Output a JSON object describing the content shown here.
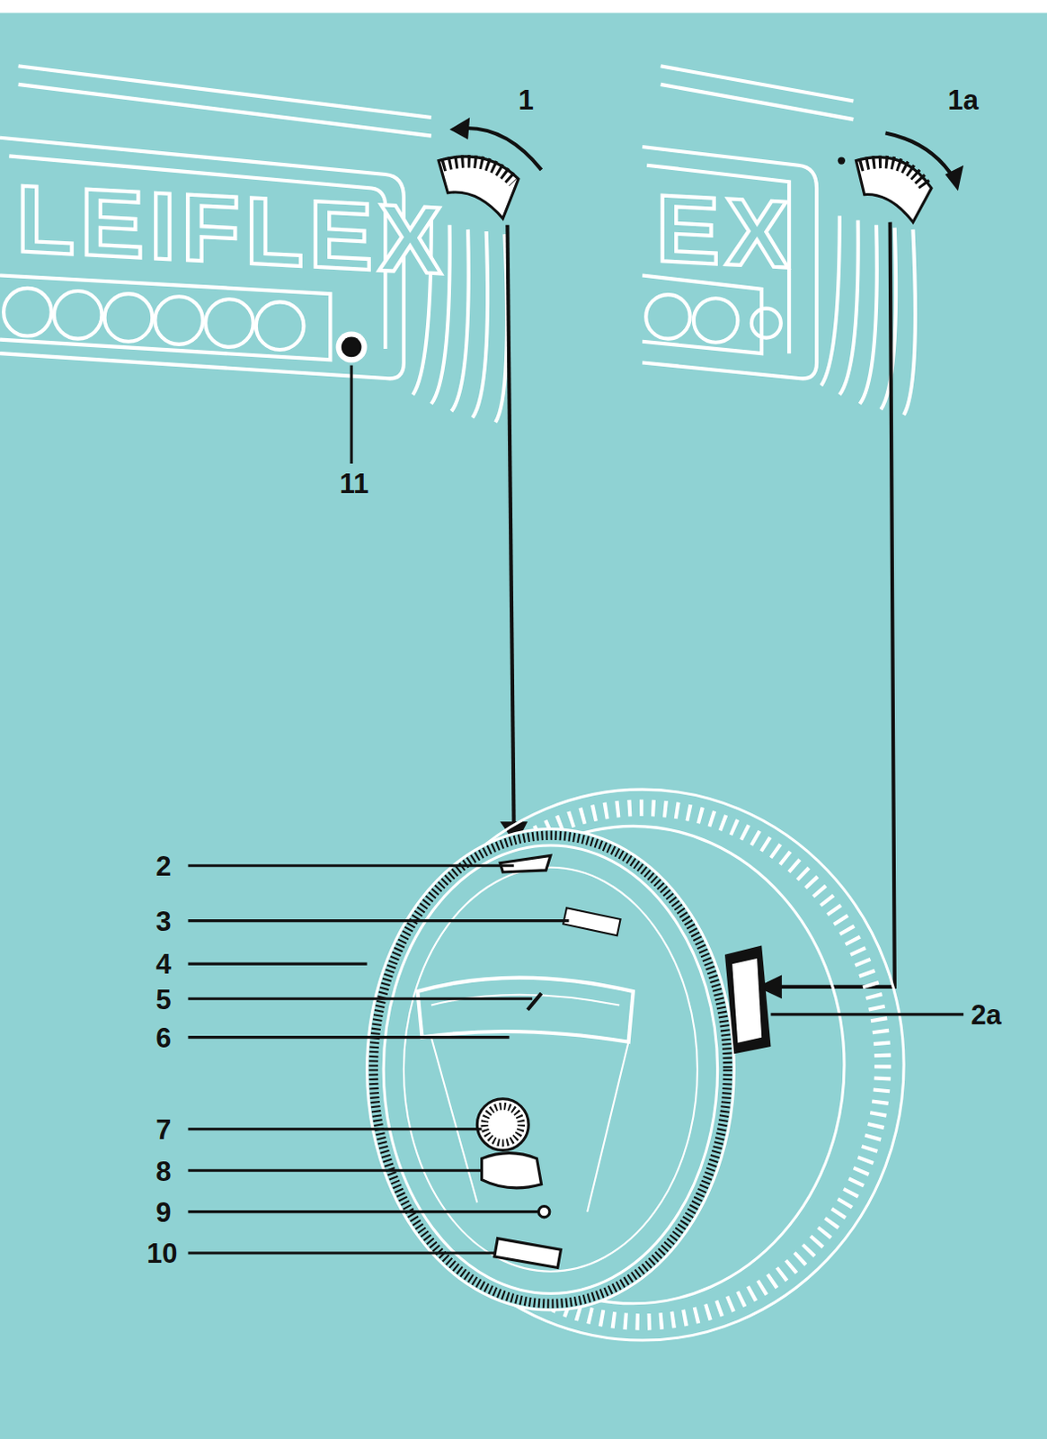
{
  "diagram": {
    "labels": [
      "LEIFLEX",
      "EX",
      "1",
      "1a",
      "11",
      "2",
      "3",
      "4",
      "5",
      "6",
      "7",
      "8",
      "9",
      "10",
      "2a"
    ]
  }
}
